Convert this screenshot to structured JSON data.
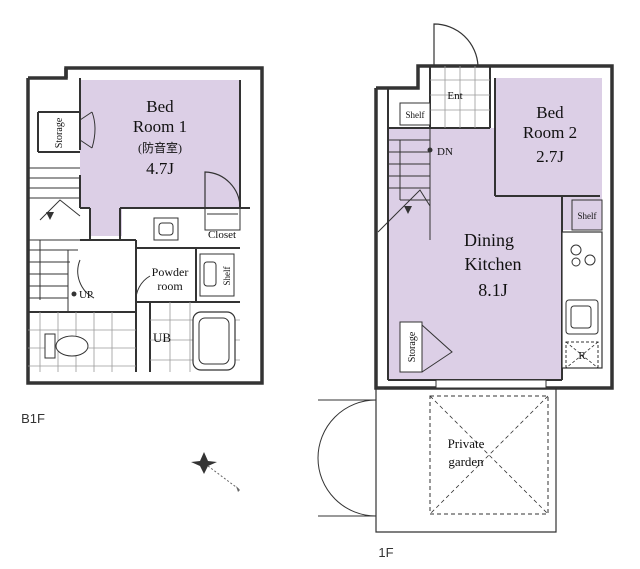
{
  "floors": {
    "b1f": {
      "label": "B1F",
      "bed1": {
        "line1": "Bed",
        "line2": "Room 1",
        "line3": "(防音室)",
        "size": "4.7J"
      },
      "storage": "Storage",
      "closet": "Closet",
      "powder": {
        "line1": "Powder",
        "line2": "room"
      },
      "shelf": "Shelf",
      "ub": "UB",
      "up": "UP"
    },
    "f1": {
      "label": "1F",
      "ent": "Ent",
      "shelf_top": "Shelf",
      "shelf_side": "Shelf",
      "bed2": {
        "line1": "Bed",
        "line2": "Room 2",
        "size": "2.7J"
      },
      "dn": "DN",
      "dining": {
        "line1": "Dining",
        "line2": "Kitchen",
        "size": "8.1J"
      },
      "storage": "Storage",
      "r": "R",
      "garden": {
        "line1": "Private",
        "line2": "garden"
      }
    }
  },
  "colors": {
    "room_fill": "#dccfe6",
    "wall": "#333333",
    "tile_line": "#9a9a9a"
  },
  "icons": {
    "compass": "compass-icon"
  }
}
